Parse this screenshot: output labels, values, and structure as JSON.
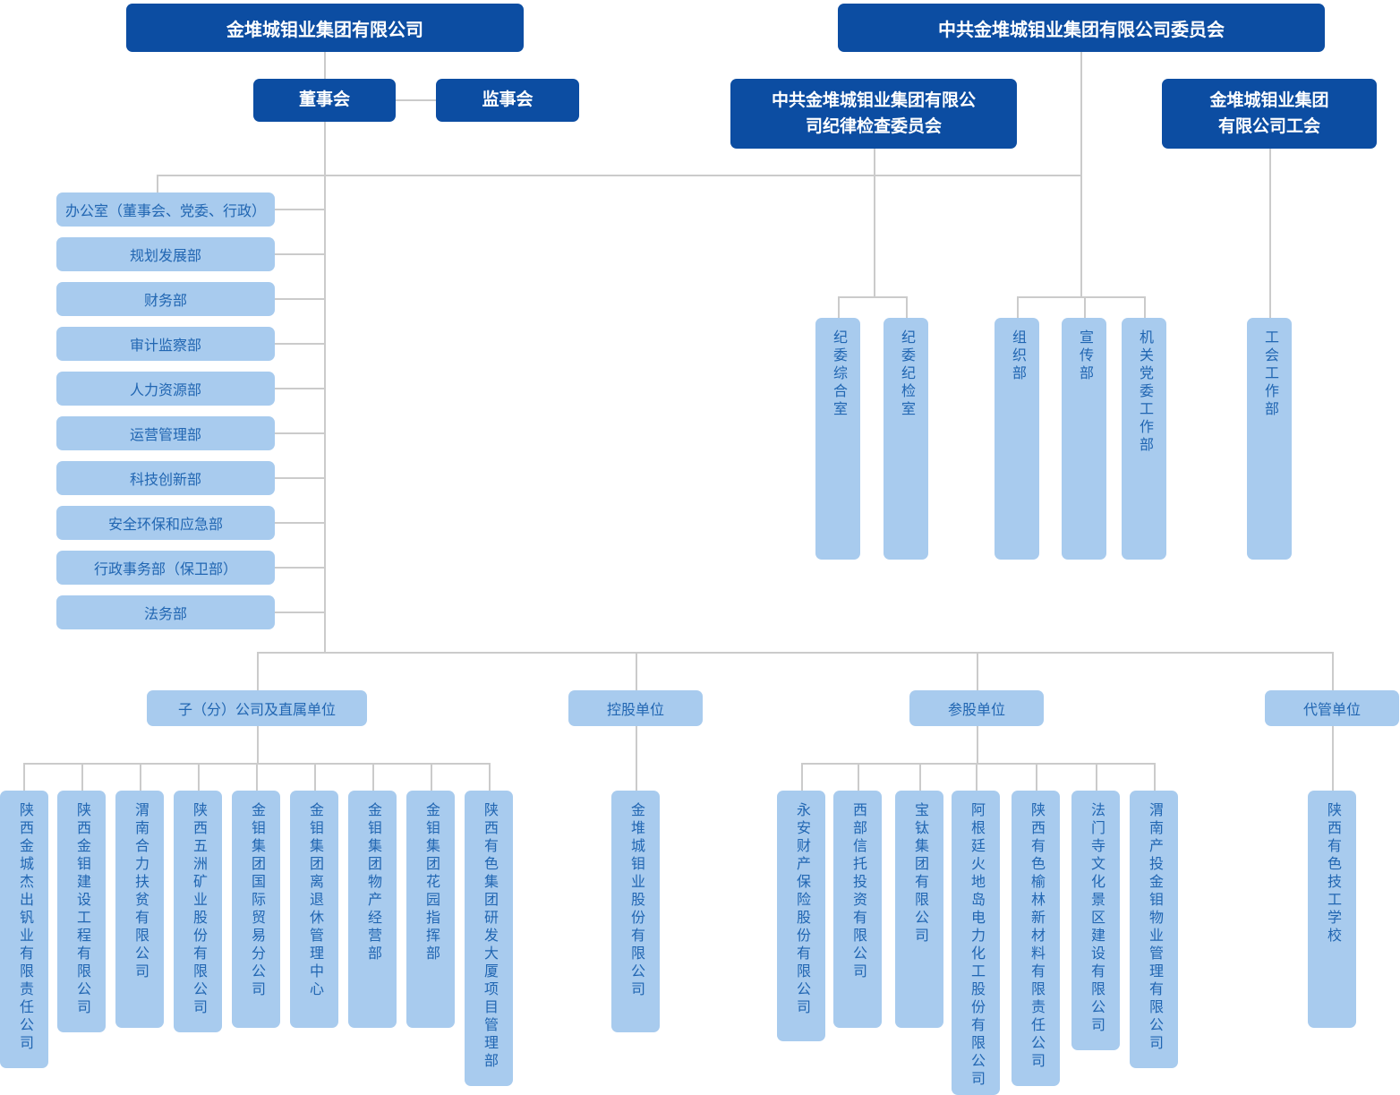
{
  "colors": {
    "primary_dark": "#0C4DA2",
    "light_fill": "#A8CBEE",
    "light_text": "#2166B2",
    "dark_text": "#FFFFFF",
    "line": "#CBCBCB",
    "background": "#FFFFFF"
  },
  "org": {
    "group_company": "金堆城钼业集团有限公司",
    "party_committee": "中共金堆城钼业集团有限公司委员会",
    "board": "董事会",
    "supervisory_board": "监事会",
    "discipline_committee": "中共金堆城钼业集团有限公司纪律检查委员会",
    "labor_union": "金堆城钼业集团有限公司工会",
    "departments": [
      "办公室（董事会、党委、行政）",
      "规划发展部",
      "财务部",
      "审计监察部",
      "人力资源部",
      "运营管理部",
      "科技创新部",
      "安全环保和应急部",
      "行政事务部（保卫部）",
      "法务部"
    ],
    "discipline_offices": [
      "纪委综合室",
      "纪委纪检室"
    ],
    "party_departments": [
      "组织部",
      "宣传部",
      "机关党委工作部"
    ],
    "union_departments": [
      "工会工作部"
    ],
    "categories": [
      {
        "label": "子（分）公司及直属单位",
        "children": [
          "陕西金城杰出钒业有限责任公司",
          "陕西金钼建设工程有限公司",
          "渭南合力扶贫有限公司",
          "陕西五洲矿业股份有限公司",
          "金钼集团国际贸易分公司",
          "金钼集团离退休管理中心",
          "金钼集团物产经营部",
          "金钼集团花园指挥部",
          "陕西有色集团研发大厦项目管理部"
        ]
      },
      {
        "label": "控股单位",
        "children": [
          "金堆城钼业股份有限公司"
        ]
      },
      {
        "label": "参股单位",
        "children": [
          "永安财产保险股份有限公司",
          "西部信托投资有限公司",
          "宝钛集团有限公司",
          "阿根廷火地岛电力化工股份有限公司",
          "陕西有色榆林新材料有限责任公司",
          "法门寺文化景区建设有限公司",
          "渭南产投金钼物业管理有限公司"
        ]
      },
      {
        "label": "代管单位",
        "children": [
          "陕西有色技工学校"
        ]
      }
    ]
  }
}
